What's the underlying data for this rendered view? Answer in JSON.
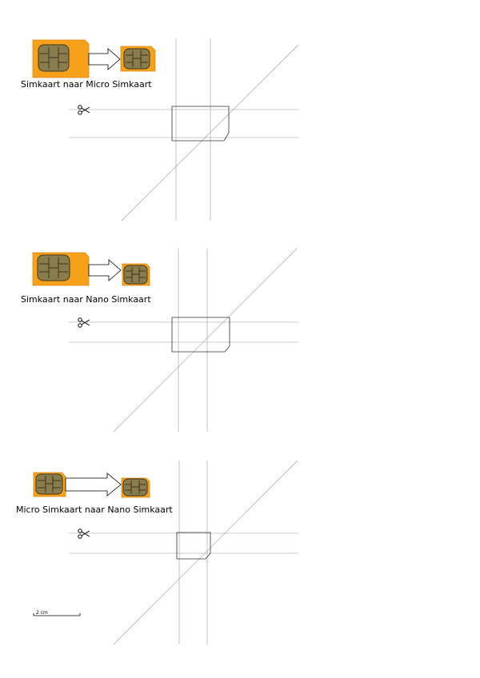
{
  "sections": [
    {
      "id": "sim-to-micro",
      "title": "Simkaart naar Micro Simkaart",
      "source_card": "standard-sim",
      "target_card": "micro-sim"
    },
    {
      "id": "sim-to-nano",
      "title": "Simkaart naar Nano Simkaart",
      "source_card": "standard-sim",
      "target_card": "nano-sim"
    },
    {
      "id": "micro-to-nano",
      "title": "Micro Simkaart naar Nano Simkaart",
      "source_card": "micro-sim",
      "target_card": "nano-sim"
    }
  ],
  "scale": {
    "label": "2 cm"
  },
  "icons": {
    "cut": "scissors-icon",
    "chip": "sim-chip-icon",
    "arrow": "arrow-right-icon"
  },
  "colors": {
    "sim_orange": "#f7a11a",
    "sim_orange_stroke": "#d98a10",
    "chip_gold": "#8a7d4d",
    "chip_line": "#3c3520",
    "guide_line": "#9a9a9a",
    "outline": "#333333"
  }
}
